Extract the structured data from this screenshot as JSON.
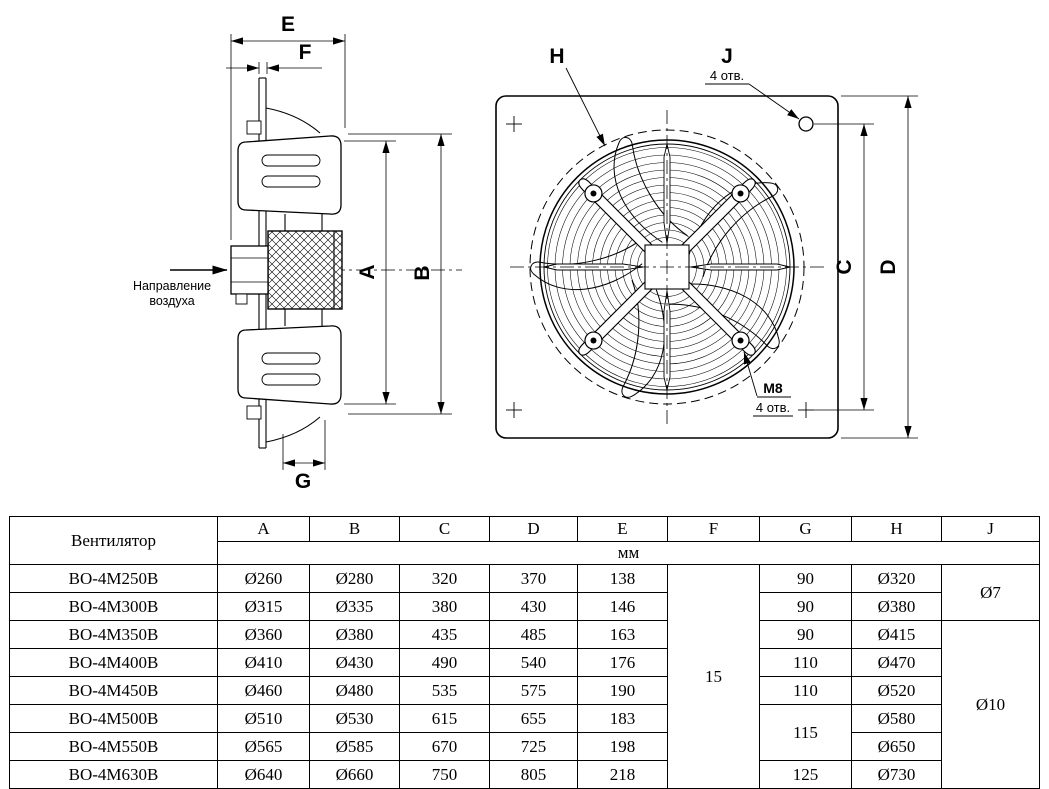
{
  "left_view": {
    "dim_e": "E",
    "dim_f": "F",
    "dim_a": "A",
    "dim_b": "B",
    "dim_g": "G",
    "air_direction": [
      "Направление",
      "воздуха"
    ]
  },
  "right_view": {
    "dim_h": "H",
    "dim_j": "J",
    "dim_c": "C",
    "dim_d": "D",
    "j_holes_note": "4 отв.",
    "bolt_label": "M8",
    "bolt_holes_note": "4 отв."
  },
  "table": {
    "fan_column_header": "Вентилятор",
    "dim_headers": [
      "A",
      "B",
      "C",
      "D",
      "E",
      "F",
      "G",
      "H",
      "J"
    ],
    "units_label": "мм",
    "f_value": "15",
    "j_values": {
      "top": "Ø7",
      "bottom": "Ø10"
    },
    "rows": [
      {
        "model": "ВО-4М250В",
        "a": "Ø260",
        "b": "Ø280",
        "c": "320",
        "d": "370",
        "e": "138",
        "g": "90",
        "h": "Ø320"
      },
      {
        "model": "ВО-4М300В",
        "a": "Ø315",
        "b": "Ø335",
        "c": "380",
        "d": "430",
        "e": "146",
        "g": "90",
        "h": "Ø380"
      },
      {
        "model": "ВО-4М350В",
        "a": "Ø360",
        "b": "Ø380",
        "c": "435",
        "d": "485",
        "e": "163",
        "g": "90",
        "h": "Ø415"
      },
      {
        "model": "ВО-4М400В",
        "a": "Ø410",
        "b": "Ø430",
        "c": "490",
        "d": "540",
        "e": "176",
        "g": "110",
        "h": "Ø470"
      },
      {
        "model": "ВО-4М450В",
        "a": "Ø460",
        "b": "Ø480",
        "c": "535",
        "d": "575",
        "e": "190",
        "g": "110",
        "h": "Ø520"
      },
      {
        "model": "ВО-4М500В",
        "a": "Ø510",
        "b": "Ø530",
        "c": "615",
        "d": "655",
        "e": "183",
        "g": "115",
        "h": "Ø580"
      },
      {
        "model": "ВО-4М550В",
        "a": "Ø565",
        "b": "Ø585",
        "c": "670",
        "d": "725",
        "e": "198",
        "h": "Ø650"
      },
      {
        "model": "ВО-4М630В",
        "a": "Ø640",
        "b": "Ø660",
        "c": "750",
        "d": "805",
        "e": "218",
        "g": "125",
        "h": "Ø730"
      }
    ]
  }
}
